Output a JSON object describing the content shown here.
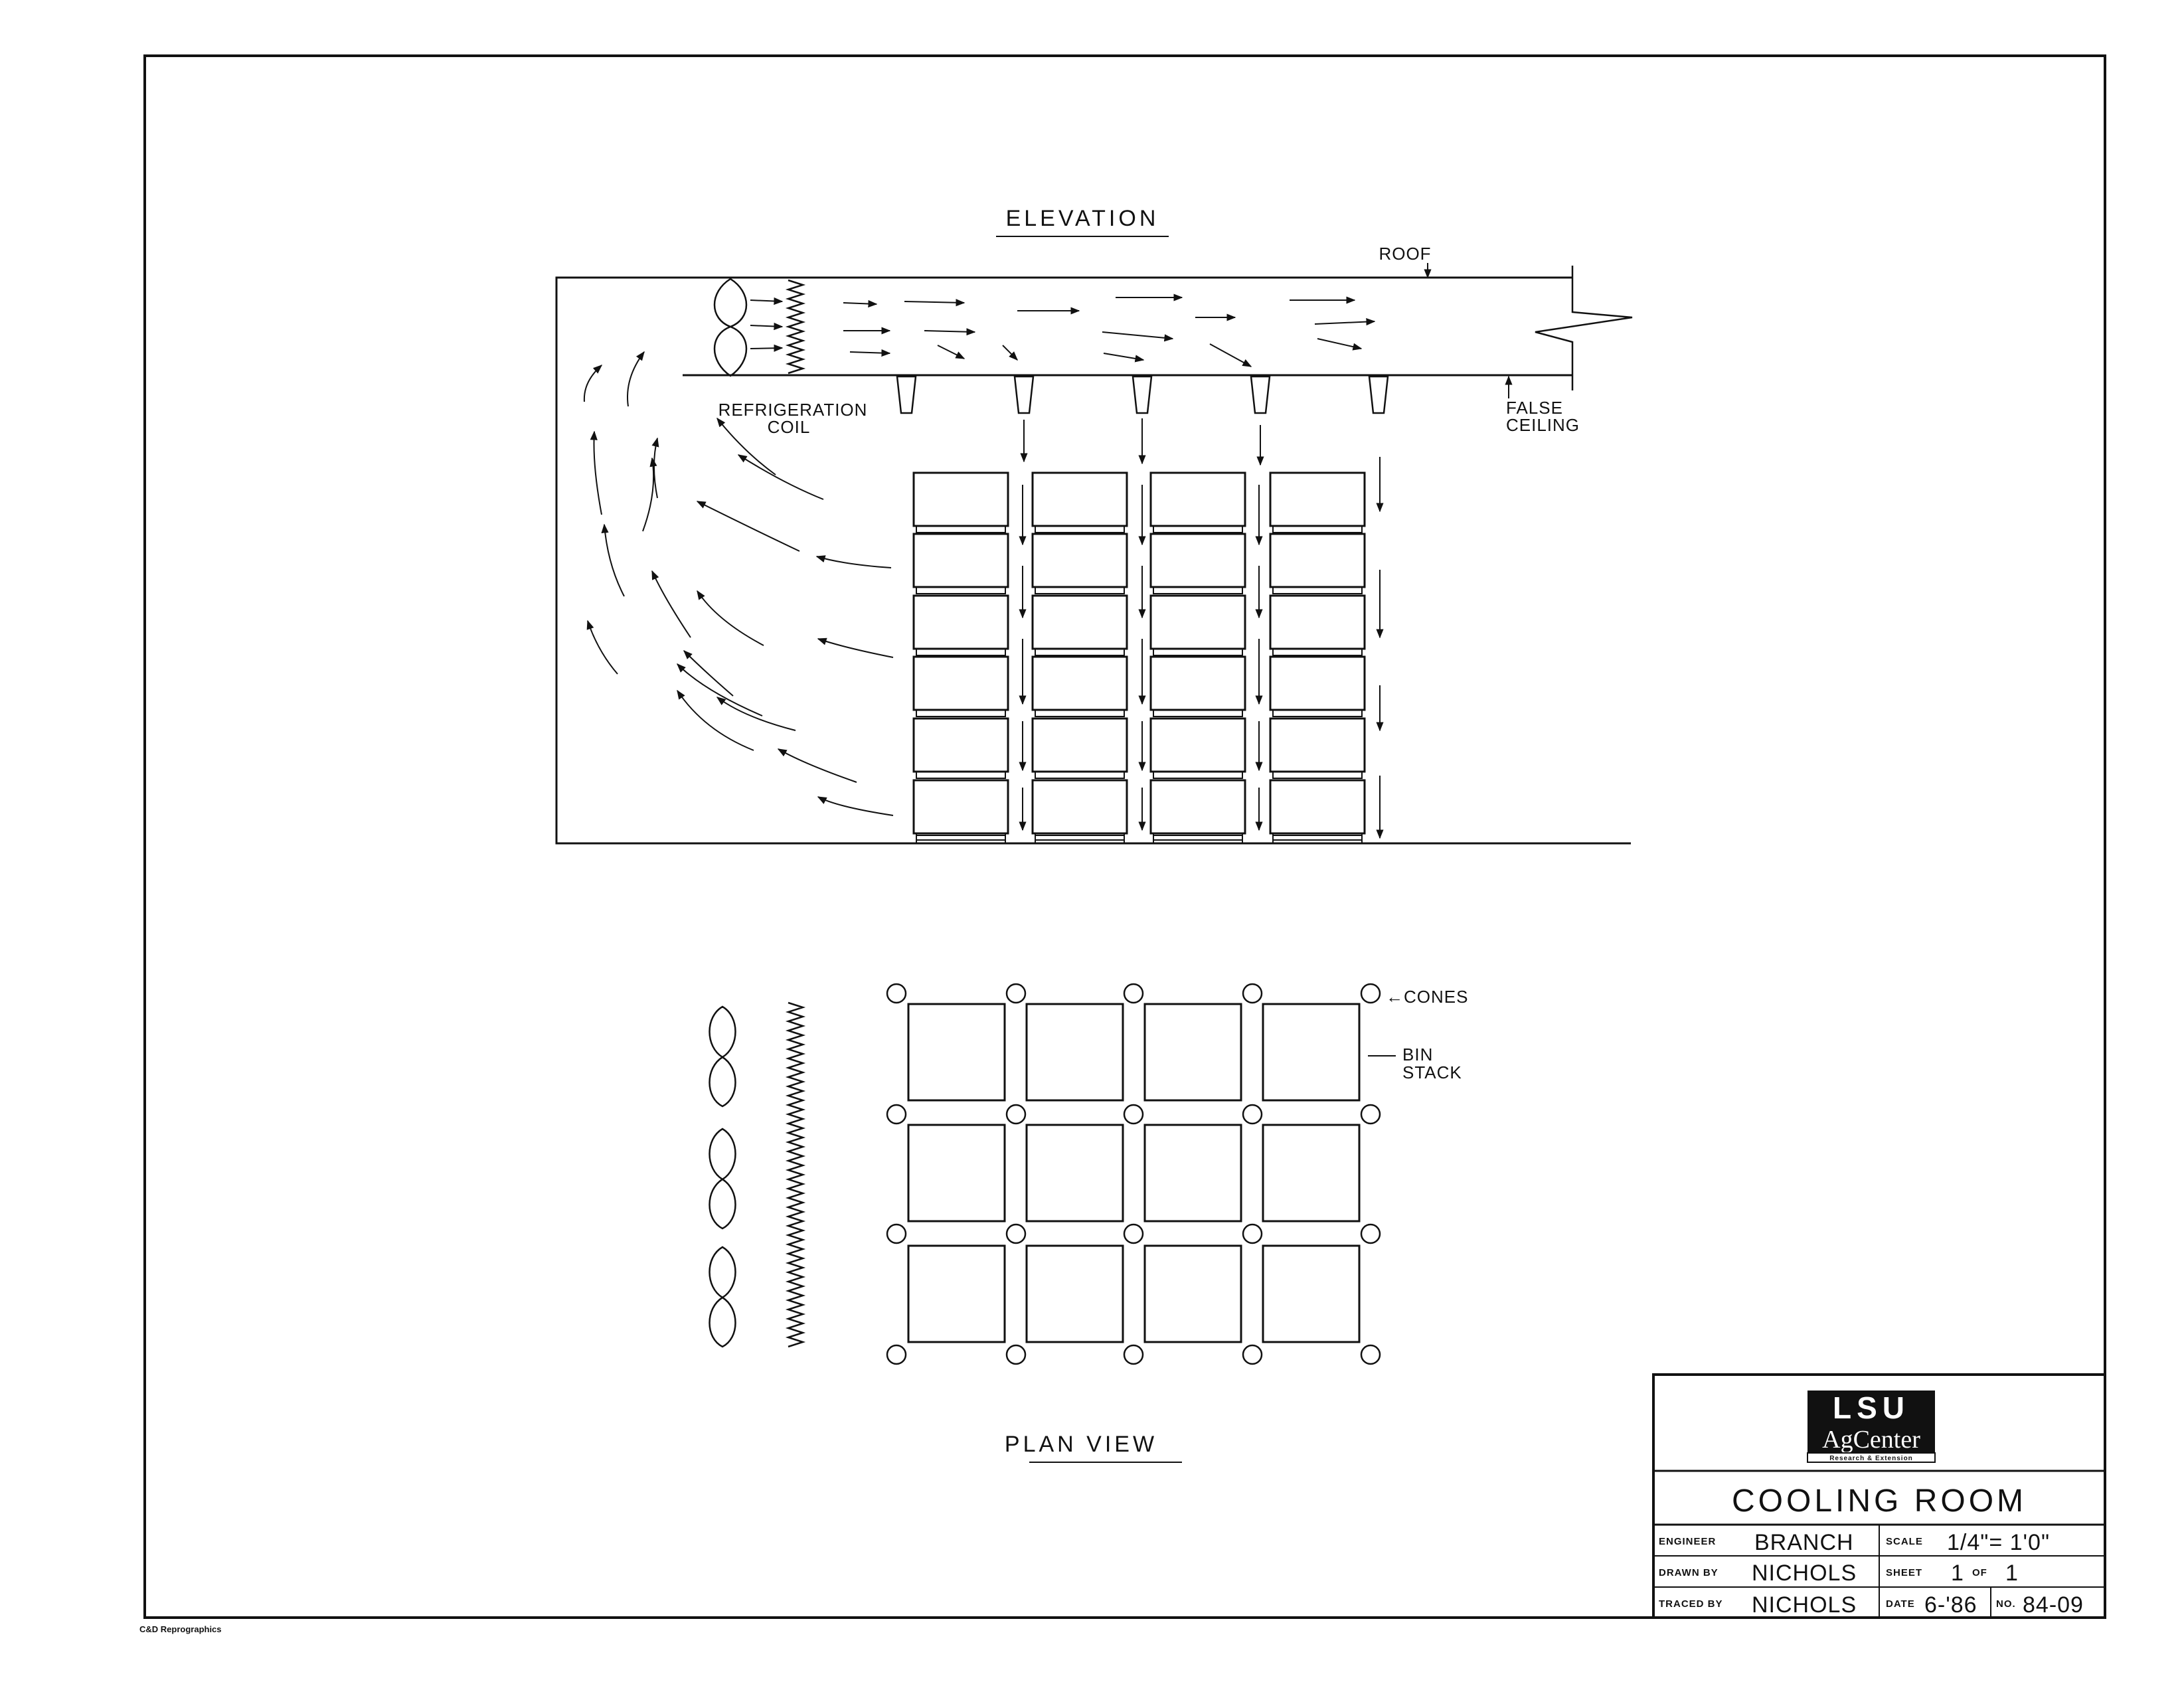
{
  "elevation": {
    "title": "ELEVATION",
    "roof_label": "ROOF",
    "false_ceiling_label": [
      "FALSE",
      "CEILING"
    ],
    "coil_label": [
      "REFRIGERATION",
      "COIL"
    ]
  },
  "plan": {
    "title": "PLAN VIEW",
    "cones_label": "←CONES",
    "bin_stack_label": [
      "BIN",
      "STACK"
    ]
  },
  "title_block": {
    "logo": {
      "line1": "LSU",
      "line2": "AgCenter",
      "line3": "Research & Extension"
    },
    "drawing_title": "COOLING ROOM",
    "engineer_label": "ENGINEER",
    "engineer": "BRANCH",
    "drawn_by_label": "DRAWN BY",
    "drawn_by": "NICHOLS",
    "traced_by_label": "TRACED BY",
    "traced_by": "NICHOLS",
    "scale_label": "SCALE",
    "scale": "1/4\"= 1'0\"",
    "sheet_label": "SHEET",
    "sheet_num": "1",
    "of_label": "OF",
    "sheet_total": "1",
    "date_label": "DATE",
    "date": "6-'86",
    "no_label": "NO.",
    "number": "84-09"
  },
  "printer_credit": "C&D Reprographics"
}
